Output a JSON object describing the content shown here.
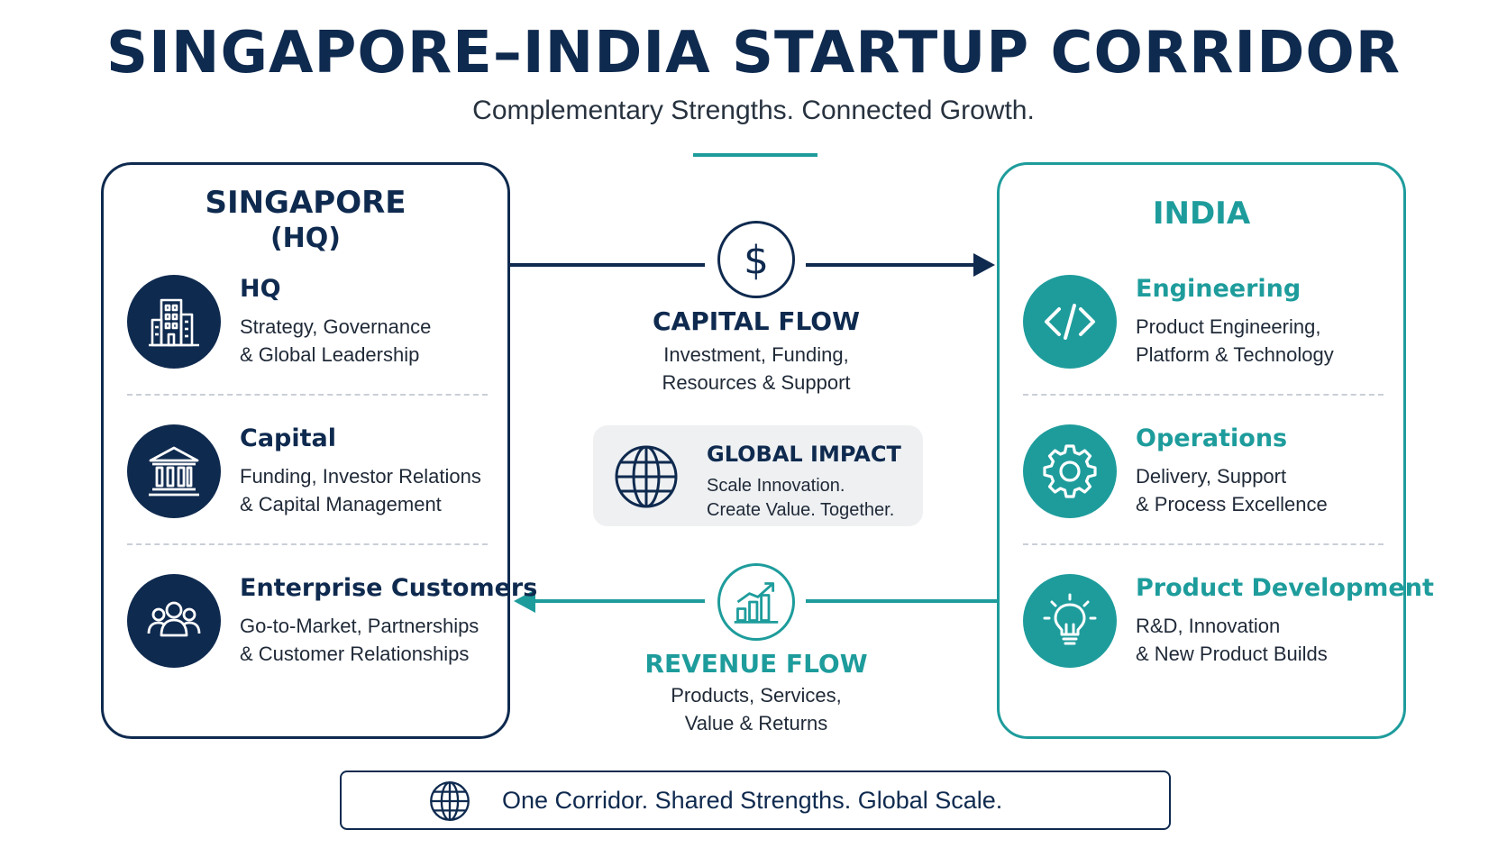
{
  "header": {
    "title": "SINGAPORE–INDIA STARTUP CORRIDOR",
    "subtitle": "Complementary Strengths. Connected Growth."
  },
  "singapore": {
    "title": "SINGAPORE",
    "subtitle": "(HQ)",
    "items": [
      {
        "name": "HQ",
        "line1": "Strategy, Governance",
        "line2": "& Global Leadership",
        "icon": "office-building-icon"
      },
      {
        "name": "Capital",
        "line1": "Funding, Investor Relations",
        "line2": "& Capital Management",
        "icon": "bank-icon"
      },
      {
        "name": "Enterprise Customers",
        "line1": "Go-to-Market, Partnerships",
        "line2": "& Customer Relationships",
        "icon": "people-icon"
      }
    ]
  },
  "india": {
    "title": "INDIA",
    "items": [
      {
        "name": "Engineering",
        "line1": "Product Engineering,",
        "line2": "Platform & Technology",
        "icon": "code-icon"
      },
      {
        "name": "Operations",
        "line1": "Delivery, Support",
        "line2": "& Process Excellence",
        "icon": "gear-icon"
      },
      {
        "name": "Product Development",
        "line1": "R&D, Innovation",
        "line2": "& New Product Builds",
        "icon": "lightbulb-icon"
      }
    ]
  },
  "capital_flow": {
    "title": "CAPITAL FLOW",
    "line1": "Investment, Funding,",
    "line2": "Resources & Support",
    "icon": "dollar-icon"
  },
  "global_impact": {
    "title": "GLOBAL IMPACT",
    "line1": "Scale Innovation.",
    "line2": "Create Value. Together.",
    "icon": "globe-icon"
  },
  "revenue_flow": {
    "title": "REVENUE FLOW",
    "line1": "Products, Services,",
    "line2": "Value & Returns",
    "icon": "bar-chart-growth-icon"
  },
  "footer": {
    "text": "One Corridor. Shared Strengths. Global Scale.",
    "icon": "globe-icon"
  },
  "colors": {
    "navy": "#0f2a4f",
    "teal": "#1e9c9c",
    "impact_background": "#eef0f2"
  }
}
